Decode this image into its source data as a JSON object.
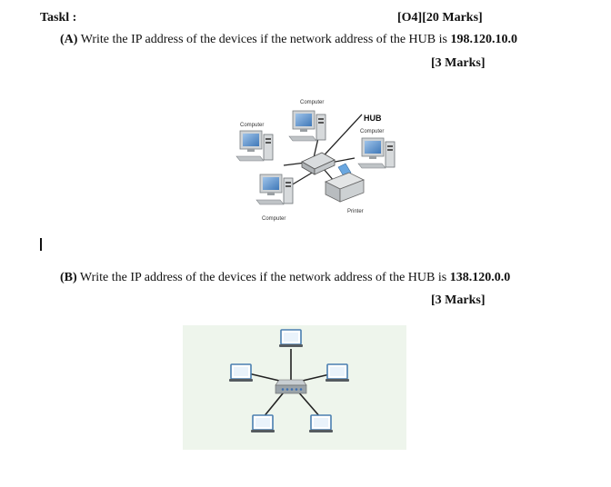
{
  "header": {
    "task_title": "Taskl :",
    "marks_total": "[O4][20 Marks]"
  },
  "part_a": {
    "prefix": "(A)",
    "question": "Write the IP address of the devices if the network address of the HUB is",
    "address": "198.120.10.0",
    "marks": "[3 Marks]",
    "diagram": {
      "hub_label": "HUB",
      "computer_label": "Computer",
      "printer_label": "Printer"
    }
  },
  "part_b": {
    "prefix": "(B)",
    "question": "Write the IP address of the devices if the network address of the HUB is",
    "address": "138.120.0.0",
    "marks": "[3 Marks]"
  }
}
